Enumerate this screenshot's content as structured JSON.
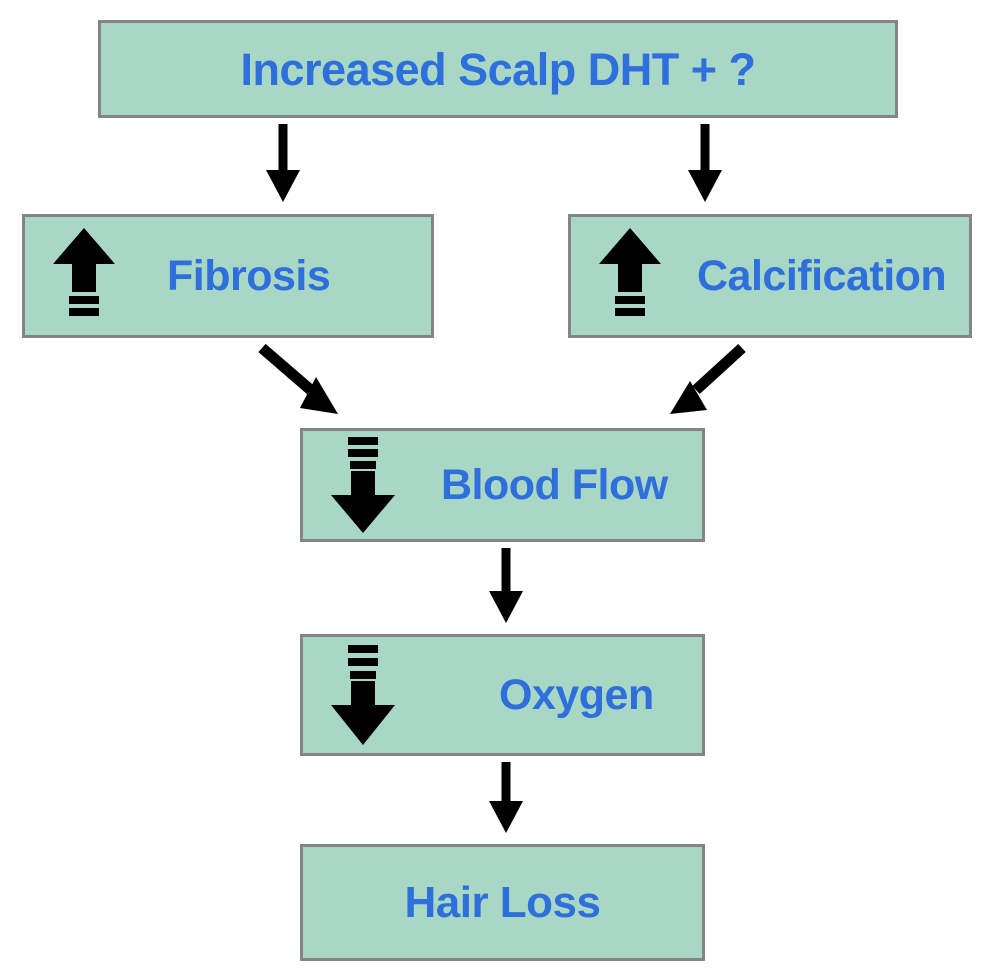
{
  "diagram": {
    "title": "Increased Scalp DHT pathway to Hair Loss",
    "type": "flowchart",
    "colors": {
      "box_fill": "#a9d7c6",
      "box_border": "#858585",
      "label_text": "#2e6fdc",
      "arrow": "#000000",
      "background": "#ffffff"
    },
    "nodes": [
      {
        "id": "top",
        "label": "Increased Scalp DHT + ?",
        "icon": null
      },
      {
        "id": "fibrosis",
        "label": "Fibrosis",
        "icon": "arrow-up-increase-icon"
      },
      {
        "id": "calcification",
        "label": "Calcification",
        "icon": "arrow-up-increase-icon"
      },
      {
        "id": "blood-flow",
        "label": "Blood Flow",
        "icon": "arrow-down-decrease-icon"
      },
      {
        "id": "oxygen",
        "label": "Oxygen",
        "icon": "arrow-down-decrease-icon"
      },
      {
        "id": "hair-loss",
        "label": "Hair Loss",
        "icon": null
      }
    ],
    "edges": [
      {
        "from": "top",
        "to": "fibrosis",
        "style": "straight-down"
      },
      {
        "from": "top",
        "to": "calcification",
        "style": "straight-down"
      },
      {
        "from": "fibrosis",
        "to": "blood-flow",
        "style": "diagonal-down-right"
      },
      {
        "from": "calcification",
        "to": "blood-flow",
        "style": "diagonal-down-left"
      },
      {
        "from": "blood-flow",
        "to": "oxygen",
        "style": "straight-down"
      },
      {
        "from": "oxygen",
        "to": "hair-loss",
        "style": "straight-down"
      }
    ]
  }
}
